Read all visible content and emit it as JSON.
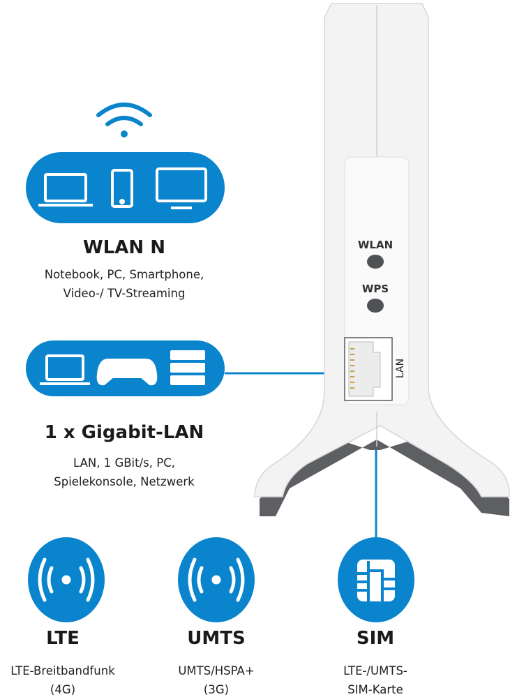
{
  "colors": {
    "accent": "#0a84cc",
    "device": "#f2f2f2",
    "foot": "#5d5f63"
  },
  "device": {
    "buttons": [
      "WLAN",
      "WPS"
    ],
    "port_label": "LAN"
  },
  "features": [
    {
      "title": "WLAN N",
      "lines": [
        "Notebook, PC, Smartphone,",
        "Video-/ TV-Streaming"
      ],
      "icons": [
        "wifi-icon",
        "laptop-icon",
        "smartphone-icon",
        "monitor-icon"
      ]
    },
    {
      "title": "1 x Gigabit-LAN",
      "lines": [
        "LAN, 1 GBit/s, PC,",
        "Spielekonsole, Netzwerk"
      ],
      "icons": [
        "laptop-icon",
        "gamepad-icon",
        "server-icon"
      ]
    },
    {
      "title": "LTE",
      "lines": [
        "LTE-Breitbandfunk",
        "(4G)"
      ],
      "icons": [
        "antenna-icon"
      ]
    },
    {
      "title": "UMTS",
      "lines": [
        "UMTS/HSPA+",
        "(3G)"
      ],
      "icons": [
        "antenna-icon"
      ]
    },
    {
      "title": "SIM",
      "lines": [
        "LTE-/UMTS-",
        "SIM-Karte"
      ],
      "icons": [
        "sim-chip-icon"
      ]
    }
  ]
}
